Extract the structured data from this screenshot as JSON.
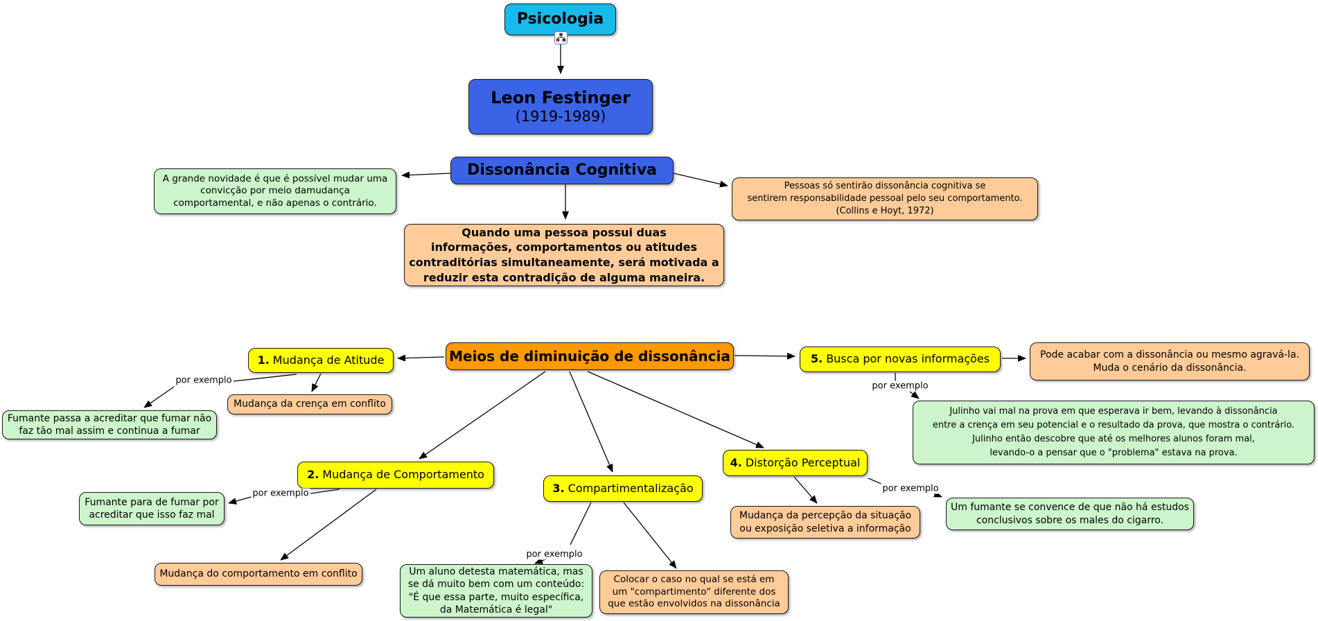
{
  "colors": {
    "cyan": "#18baec",
    "blue": "#3a63e6",
    "yellow": "#ffff00",
    "orange": "#ff9900",
    "peach": "#ffcc99",
    "green": "#cdf5cb",
    "line": "#000000"
  },
  "edge_label": "por exemplo",
  "icon": "concept-map-node-icon",
  "nodes": {
    "psicologia": {
      "text": "Psicologia"
    },
    "leon": {
      "name": "Leon Festinger",
      "years": "(1919-1989)"
    },
    "dissonancia": {
      "text": "Dissonância Cognitiva"
    },
    "novidade": {
      "lines": [
        "A grande novidade é que é possível mudar uma",
        "convicção por meio damudança",
        "comportamental, e não apenas o contrário."
      ]
    },
    "pessoas": {
      "lines": [
        "Pessoas só sentirão dissonância cognitiva se",
        "sentirem responsabilidade pessoal pelo seu comportamento.",
        "(Collins e Hoyt, 1972)"
      ]
    },
    "quando": {
      "lines": [
        "Quando uma pessoa possui duas",
        "informações, comportamentos ou atitudes",
        "contraditórias simultaneamente, será motivada a",
        "reduzir esta contradição de alguma maneira."
      ]
    },
    "meios": {
      "text": "Meios de diminuição de dissonância"
    },
    "m1": {
      "num": "1.",
      "label": "Mudança de Atitude"
    },
    "m2": {
      "num": "2.",
      "label": "Mudança de Comportamento"
    },
    "m3": {
      "num": "3.",
      "label": "Compartimentalização"
    },
    "m4": {
      "num": "4.",
      "label": "Distorção Perceptual"
    },
    "m5": {
      "num": "5.",
      "label": "Busca por novas informações"
    },
    "crenca": {
      "text": "Mudança da crença em conflito"
    },
    "fumante1": {
      "lines": [
        "Fumante passa a acreditar que fumar não",
        "faz tão mal assim e continua a fumar"
      ]
    },
    "fumante2": {
      "lines": [
        "Fumante para de fumar por",
        "acreditar que isso faz mal"
      ]
    },
    "mudcomp": {
      "text": "Mudança do comportamento em conflito"
    },
    "aluno": {
      "lines": [
        "Um aluno detesta matemática, mas",
        "se dá muito bem com um conteúdo:",
        "\"É que essa parte, muito específica,",
        "da Matemática é legal\""
      ]
    },
    "colocar": {
      "lines": [
        "Colocar o caso no qual se está em",
        "um \"compartimento\" diferente dos",
        "que estão envolvidos na dissonância"
      ]
    },
    "percep": {
      "lines": [
        "Mudança da percepção da situação",
        "ou exposição seletiva a informação"
      ]
    },
    "cigarro": {
      "lines": [
        "Um fumante se convence de que não há estudos",
        "conclusivos sobre os males do cigarro."
      ]
    },
    "pode": {
      "lines": [
        "Pode acabar com a dissonância ou mesmo agravá-la.",
        "Muda o cenário da dissonância."
      ]
    },
    "julinho": {
      "lines": [
        "Julinho vai mal na prova em que esperava ir bem, levando à dissonância",
        "entre a crença em seu potencial e o resultado da prova, que mostra o contrário.",
        "Julinho então descobre que até os melhores alunos foram mal,",
        "levando-o a pensar que o \"problema\" estava na prova."
      ]
    }
  }
}
